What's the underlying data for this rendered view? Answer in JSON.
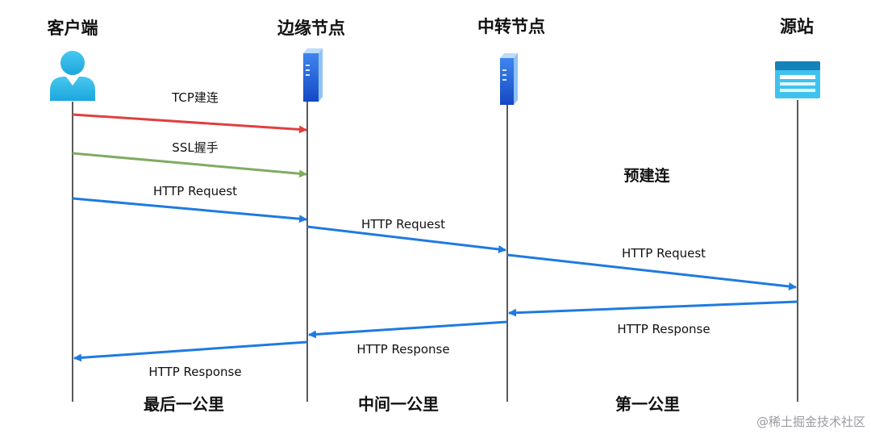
{
  "actors": [
    {
      "id": "client",
      "label": "客户端",
      "icon": "user-icon"
    },
    {
      "id": "edge",
      "label": "边缘节点",
      "icon": "server-icon"
    },
    {
      "id": "relay",
      "label": "中转节点",
      "icon": "server-icon"
    },
    {
      "id": "origin",
      "label": "源站",
      "icon": "web-page-icon"
    }
  ],
  "messages": [
    {
      "id": "tcp",
      "label": "TCP建连",
      "from": "client",
      "to": "edge",
      "color": "#e04040"
    },
    {
      "id": "ssl",
      "label": "SSL握手",
      "from": "client",
      "to": "edge",
      "color": "#7fac63"
    },
    {
      "id": "req1",
      "label": "HTTP Request",
      "from": "client",
      "to": "edge",
      "color": "#1f7ae0"
    },
    {
      "id": "req2",
      "label": "HTTP Request",
      "from": "edge",
      "to": "relay",
      "color": "#1f7ae0"
    },
    {
      "id": "req3",
      "label": "HTTP Request",
      "from": "relay",
      "to": "origin",
      "color": "#1f7ae0"
    },
    {
      "id": "resp1",
      "label": "HTTP Response",
      "from": "origin",
      "to": "relay",
      "color": "#1f7ae0"
    },
    {
      "id": "resp2",
      "label": "HTTP Response",
      "from": "relay",
      "to": "edge",
      "color": "#1f7ae0"
    },
    {
      "id": "resp3",
      "label": "HTTP Response",
      "from": "edge",
      "to": "client",
      "color": "#1f7ae0"
    }
  ],
  "note": "预建连",
  "segments": [
    "最后一公里",
    "中间一公里",
    "第一公里"
  ],
  "watermark": "@稀土掘金技术社区",
  "colors": {
    "lifeline": "#222222",
    "user_icon": "#2ab8e8",
    "server_front": "#1e5bd6",
    "server_side": "#8fc2f5",
    "page_header": "#1482b8",
    "page_body": "#3fc3ee"
  }
}
